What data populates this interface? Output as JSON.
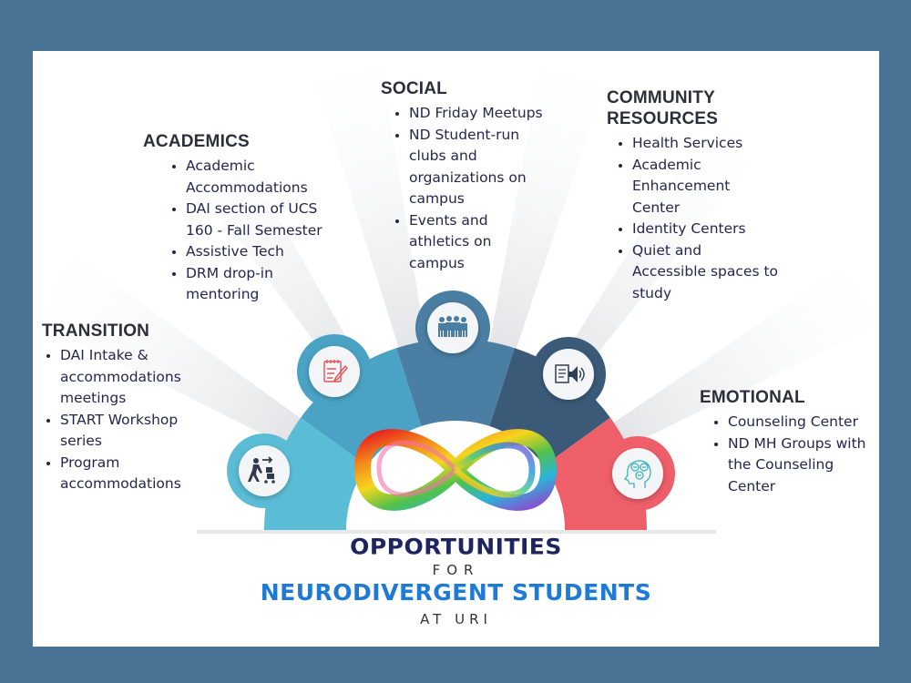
{
  "title": {
    "line1": "OPPORTUNITIES",
    "line2": "FOR",
    "line3": "NEURODIVERGENT STUDENTS",
    "line4": "AT URI"
  },
  "colors": {
    "background": "#4a7496",
    "panel": "#ffffff",
    "transition": "#5bbcd6",
    "academics": "#4aa3c4",
    "social": "#4a7ea3",
    "community": "#3a5a78",
    "emotional": "#ef5f6a",
    "heading": "#2e2e3a",
    "text": "#25264f",
    "title_dark": "#1e2460",
    "title_blue": "#1d7ad6"
  },
  "sections": {
    "transition": {
      "heading": "TRANSITION",
      "icon": "person-pushing-cart-icon",
      "items": [
        "DAI Intake  & accommodations meetings",
        "START Workshop series",
        "Program accommodations"
      ]
    },
    "academics": {
      "heading": "ACADEMICS",
      "icon": "notepad-pencil-icon",
      "items": [
        "Academic Accommodations",
        "DAI section of UCS 160 - Fall Semester",
        "Assistive Tech",
        "DRM drop-in mentoring"
      ]
    },
    "social": {
      "heading": "SOCIAL",
      "icon": "group-of-people-icon",
      "items": [
        "ND Friday Meetups",
        "ND Student-run clubs and organizations on campus",
        "Events and athletics on campus"
      ]
    },
    "community": {
      "heading": "COMMUNITY RESOURCES",
      "icon": "document-speaker-icon",
      "items": [
        "Health Services",
        "Academic Enhancement Center",
        "Identity Centers",
        "Quiet and Accessible spaces to study"
      ]
    },
    "emotional": {
      "heading": "EMOTIONAL",
      "icon": "head-emotions-icon",
      "items": [
        "Counseling Center",
        "ND MH Groups with the Counseling Center"
      ]
    }
  },
  "center_icon": "rainbow-infinity-icon"
}
